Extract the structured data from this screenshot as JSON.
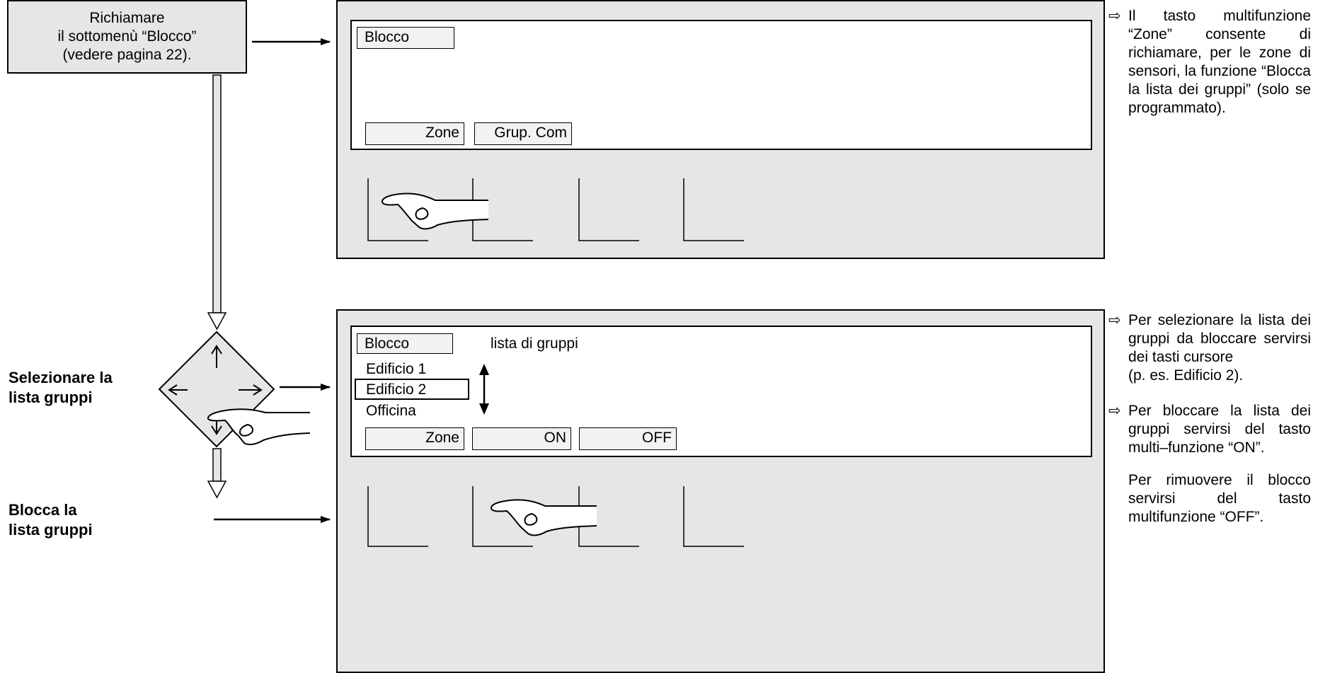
{
  "step_box": {
    "line1": "Richiamare",
    "line2": "il sottomenù “Blocco”",
    "line3": "(vedere pagina 22)."
  },
  "screen1": {
    "title": "Blocco",
    "softkeys": [
      "Zone",
      "Grup. Com"
    ]
  },
  "screen2": {
    "title": "Blocco",
    "subtitle": "lista di gruppi",
    "items": [
      "Edificio 1",
      "Edificio 2",
      "Officina"
    ],
    "selected_item": "Edificio 2",
    "softkeys": [
      "Zone",
      "ON",
      "OFF"
    ]
  },
  "labels": {
    "select_line1": "Selezionare la",
    "select_line2": "lista gruppi",
    "lock_line1": "Blocca la",
    "lock_line2": "lista gruppi"
  },
  "notes": {
    "marker": "⇨",
    "note1": "Il tasto multifunzione “Zone” consente di richiamare, per le zone di sensori, la funzione “Blocca la lista dei gruppi” (solo se programmato).",
    "note2": "Per selezionare la lista dei gruppi da bloccare servirsi dei tasti cursore",
    "note2b": "(p. es. Edificio 2).",
    "note3": "Per bloccare la lista dei gruppi servirsi del tasto multi–funzione “ON”.",
    "note4": "Per rimuovere il blocco servirsi del tasto multifunzione “OFF”."
  },
  "colors": {
    "panel_fill": "#e6e6e6",
    "field_fill": "#f2f2f2",
    "line": "#000000"
  }
}
